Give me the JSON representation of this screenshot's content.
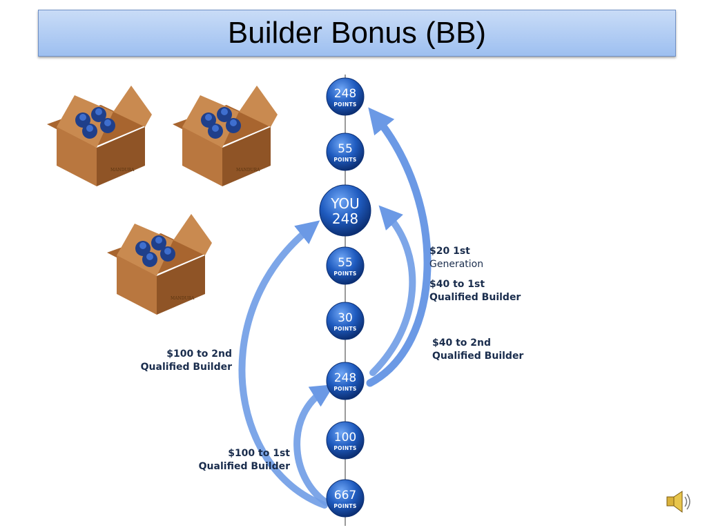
{
  "title": "Builder Bonus (BB)",
  "colors": {
    "node": "#1f5bbf",
    "arrow": "#5b8fe3",
    "title_bg": "#a9c6f1",
    "box": "#b9773f"
  },
  "nodes": [
    {
      "value": "248",
      "unit": "POINTS"
    },
    {
      "value": "55",
      "unit": "POINTS"
    },
    {
      "value": "YOU",
      "unit": "248"
    },
    {
      "value": "55",
      "unit": "POINTS"
    },
    {
      "value": "30",
      "unit": "POINTS"
    },
    {
      "value": "248",
      "unit": "POINTS"
    },
    {
      "value": "100",
      "unit": "POINTS"
    },
    {
      "value": "667",
      "unit": "POINTS"
    }
  ],
  "labels": {
    "first_generation": {
      "line1": "$20 1st",
      "line2": "Generation"
    },
    "first_builder_40": {
      "line1": "$40 to 1st",
      "line2": "Qualified Builder"
    },
    "second_builder_40": {
      "line1": "$40 to 2nd",
      "line2": "Qualified Builder"
    },
    "second_builder_100": {
      "line1": "$100 to 2nd",
      "line2": "Qualified Builder"
    },
    "first_builder_100": {
      "line1": "$100 to 1st",
      "line2": "Qualified Builder"
    }
  },
  "box_brand": "MANDURA",
  "icons": {
    "product_box": "product-box-icon",
    "speaker": "speaker-icon"
  }
}
